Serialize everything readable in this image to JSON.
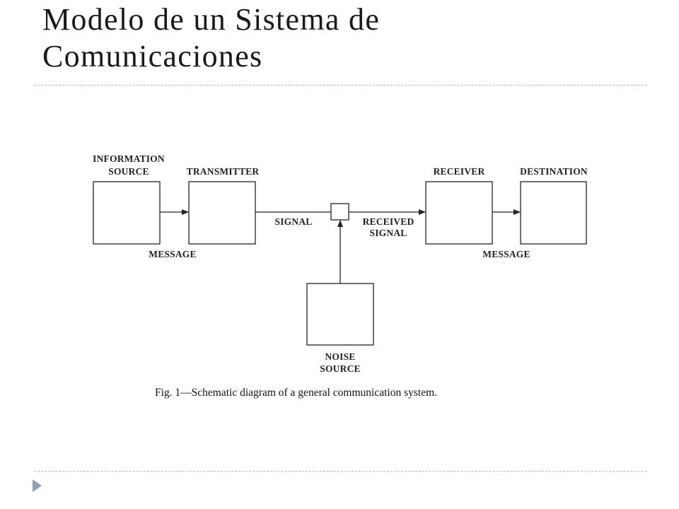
{
  "slide": {
    "title_line1": "Modelo de un Sistema de",
    "title_line2": "Comunicaciones"
  },
  "diagram": {
    "labels": {
      "info_source_1": "INFORMATION",
      "info_source_2": "SOURCE",
      "transmitter": "TRANSMITTER",
      "receiver": "RECEIVER",
      "destination": "DESTINATION",
      "message_left": "MESSAGE",
      "message_right": "MESSAGE",
      "signal": "SIGNAL",
      "received_1": "RECEIVED",
      "received_2": "SIGNAL",
      "noise_1": "NOISE",
      "noise_2": "SOURCE"
    },
    "caption": "Fig. 1—Schematic diagram of a general communication system."
  },
  "colors": {
    "rule": "#a9b9c9",
    "bullet": "#8ea3b8",
    "ink": "#222222"
  }
}
